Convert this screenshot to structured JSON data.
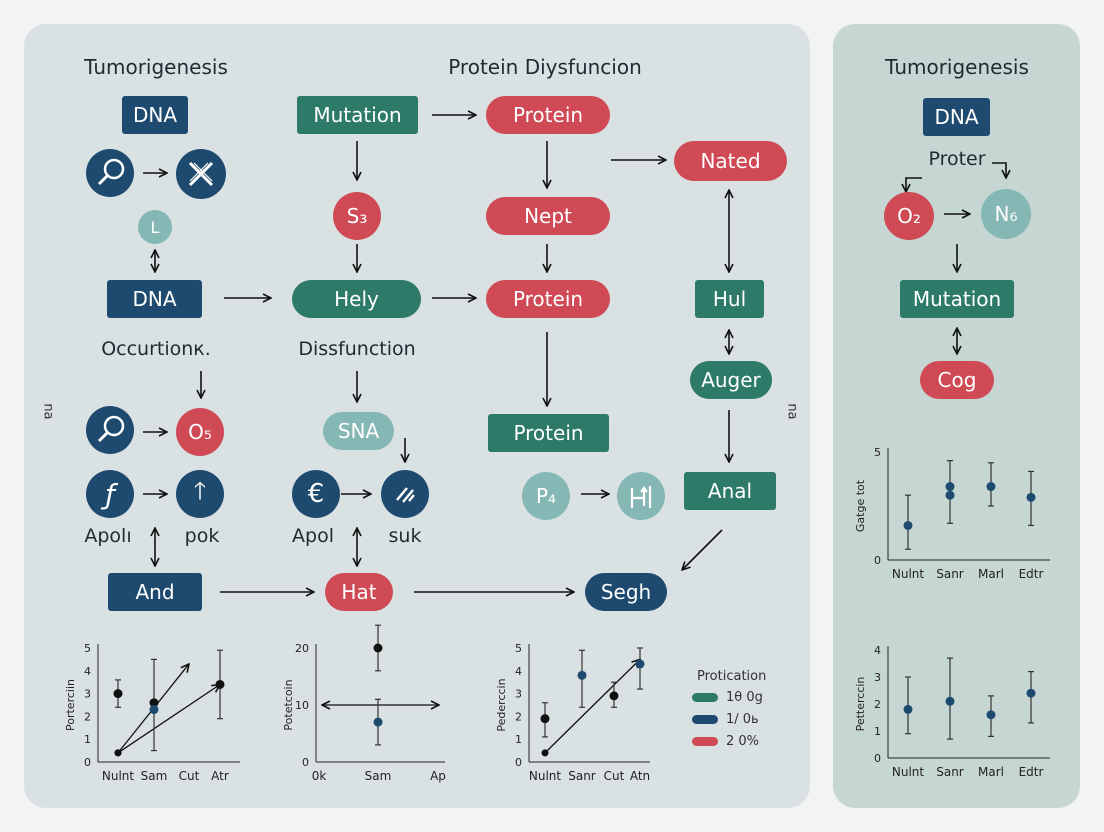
{
  "main": {
    "title_left": "Tumorigenesis",
    "title_center": "Protein Diysfuncion",
    "nodes": {
      "dna_top": "DNA",
      "mutation": "Mutation",
      "protein_top": "Protein",
      "nated": "Nated",
      "s3": "S₃",
      "nept": "Nept",
      "l": "L",
      "dna_mid": "DNA",
      "hely": "Hely",
      "protein_mid": "Protein",
      "hul": "Hul",
      "occurtion_label": "Occurtionк.",
      "dissfunction_label": "Dissfunction",
      "auger": "Auger",
      "o5": "O₅",
      "sna": "SNA",
      "protein_low": "Protein",
      "p4": "P₄",
      "anal": "Anal",
      "apol_left": "Apolı",
      "pok": "pok",
      "apol_mid": "Apol",
      "suk": "suk",
      "and": "And",
      "hat": "Hat",
      "segh": "Segh"
    },
    "edge_mark_left": "na",
    "edge_mark_right": "na"
  },
  "side": {
    "title": "Tumorigenesis",
    "nodes": {
      "dna": "DNA",
      "proter": "Proter",
      "o2": "O₂",
      "n6": "N₆",
      "mutation": "Mutation",
      "cog": "Cog"
    }
  },
  "icons": {
    "c1": "magnifier-icon",
    "c2": "cross-icon",
    "c3": "magnifier-icon",
    "c4": "function-icon",
    "c5": "up-arrow-icon",
    "c6": "euro-icon",
    "c7": "slash-icon",
    "c8": "gate-icon"
  },
  "colors": {
    "navy": "#1d4a6e",
    "green": "#2d7a68",
    "red": "#cf4a55",
    "teal": "#85b7b5"
  },
  "chart_data": [
    {
      "type": "scatter",
      "ylabel": "Porterciin",
      "categories": [
        "Nulnt",
        "Sam",
        "Cut",
        "Atr"
      ],
      "ylim": [
        0,
        5
      ],
      "yticks": [
        "0",
        "1",
        "2",
        "3",
        "4",
        "5"
      ],
      "points": [
        {
          "x": "Nulnt",
          "y": 3.0,
          "low": 2.4,
          "high": 3.6
        },
        {
          "x": "Sam",
          "y": 2.6,
          "low": 0.5,
          "high": 4.5
        },
        {
          "x": "Sam",
          "y": 2.3,
          "low": 2.3,
          "high": 2.3
        },
        {
          "x": "Atr",
          "y": 3.4,
          "low": 1.9,
          "high": 4.9
        }
      ],
      "lines": [
        {
          "from": [
            "Nulnt",
            0.4
          ],
          "to": [
            "Cut",
            4.3
          ]
        },
        {
          "from": [
            "Nulnt",
            0.4
          ],
          "to": [
            "Atr",
            3.4
          ]
        }
      ]
    },
    {
      "type": "scatter",
      "ylabel": "Potetcoin",
      "categories": [
        "0k",
        "Sam",
        "Ap"
      ],
      "ylim": [
        0,
        20
      ],
      "yticks": [
        "0",
        "10",
        "20"
      ],
      "points": [
        {
          "x": "Sam",
          "y": 20,
          "low": 16,
          "high": 24
        },
        {
          "x": "Sam",
          "y": 7,
          "low": 3,
          "high": 11
        }
      ],
      "hline": 10
    },
    {
      "type": "scatter",
      "ylabel": "Pederccin",
      "categories": [
        "Nulnt",
        "Sanr",
        "Cut",
        "Atn"
      ],
      "ylim": [
        0,
        5
      ],
      "yticks": [
        "0",
        "1",
        "2",
        "3",
        "4",
        "5"
      ],
      "points": [
        {
          "x": "Nulnt",
          "y": 1.9,
          "low": 1.1,
          "high": 2.6
        },
        {
          "x": "Sanr",
          "y": 3.8,
          "low": 2.4,
          "high": 4.9
        },
        {
          "x": "Cut",
          "y": 2.9,
          "low": 2.4,
          "high": 3.5
        },
        {
          "x": "Atn",
          "y": 4.3,
          "low": 3.2,
          "high": 5.0
        }
      ],
      "lines": [
        {
          "from": [
            "Nulnt",
            0.4
          ],
          "to": [
            "Atn",
            4.5
          ]
        }
      ]
    },
    {
      "type": "scatter",
      "ylabel": "Gatge tot",
      "categories": [
        "Nulnt",
        "Sanr",
        "Marl",
        "Edtr"
      ],
      "ylim": [
        0,
        5
      ],
      "yticks": [
        "0",
        "5"
      ],
      "points": [
        {
          "x": "Nulnt",
          "y": 1.6,
          "low": 0.5,
          "high": 3.0
        },
        {
          "x": "Sanr",
          "y": 3.4,
          "low": 1.7,
          "high": 4.6
        },
        {
          "x": "Sanr",
          "y": 3.0,
          "low": 3.0,
          "high": 3.0
        },
        {
          "x": "Marl",
          "y": 3.4,
          "low": 2.5,
          "high": 4.5
        },
        {
          "x": "Edtr",
          "y": 2.9,
          "low": 1.6,
          "high": 4.1
        }
      ]
    },
    {
      "type": "scatter",
      "ylabel": "Petterccin",
      "categories": [
        "Nulnt",
        "Sanr",
        "Marl",
        "Edtr"
      ],
      "ylim": [
        0,
        4
      ],
      "yticks": [
        "0",
        "1",
        "2",
        "3",
        "4"
      ],
      "points": [
        {
          "x": "Nulnt",
          "y": 1.8,
          "low": 0.9,
          "high": 3.0
        },
        {
          "x": "Sanr",
          "y": 2.1,
          "low": 0.7,
          "high": 3.7
        },
        {
          "x": "Marl",
          "y": 1.6,
          "low": 0.8,
          "high": 2.3
        },
        {
          "x": "Edtr",
          "y": 2.4,
          "low": 1.3,
          "high": 3.2
        }
      ]
    }
  ],
  "legend": {
    "title": "Protication",
    "items": [
      {
        "label": "1θ  0g",
        "color": "#2d7a68"
      },
      {
        "label": "1/  0ь",
        "color": "#1d4a6e"
      },
      {
        "label": "2  0%",
        "color": "#cf4a55"
      }
    ]
  }
}
